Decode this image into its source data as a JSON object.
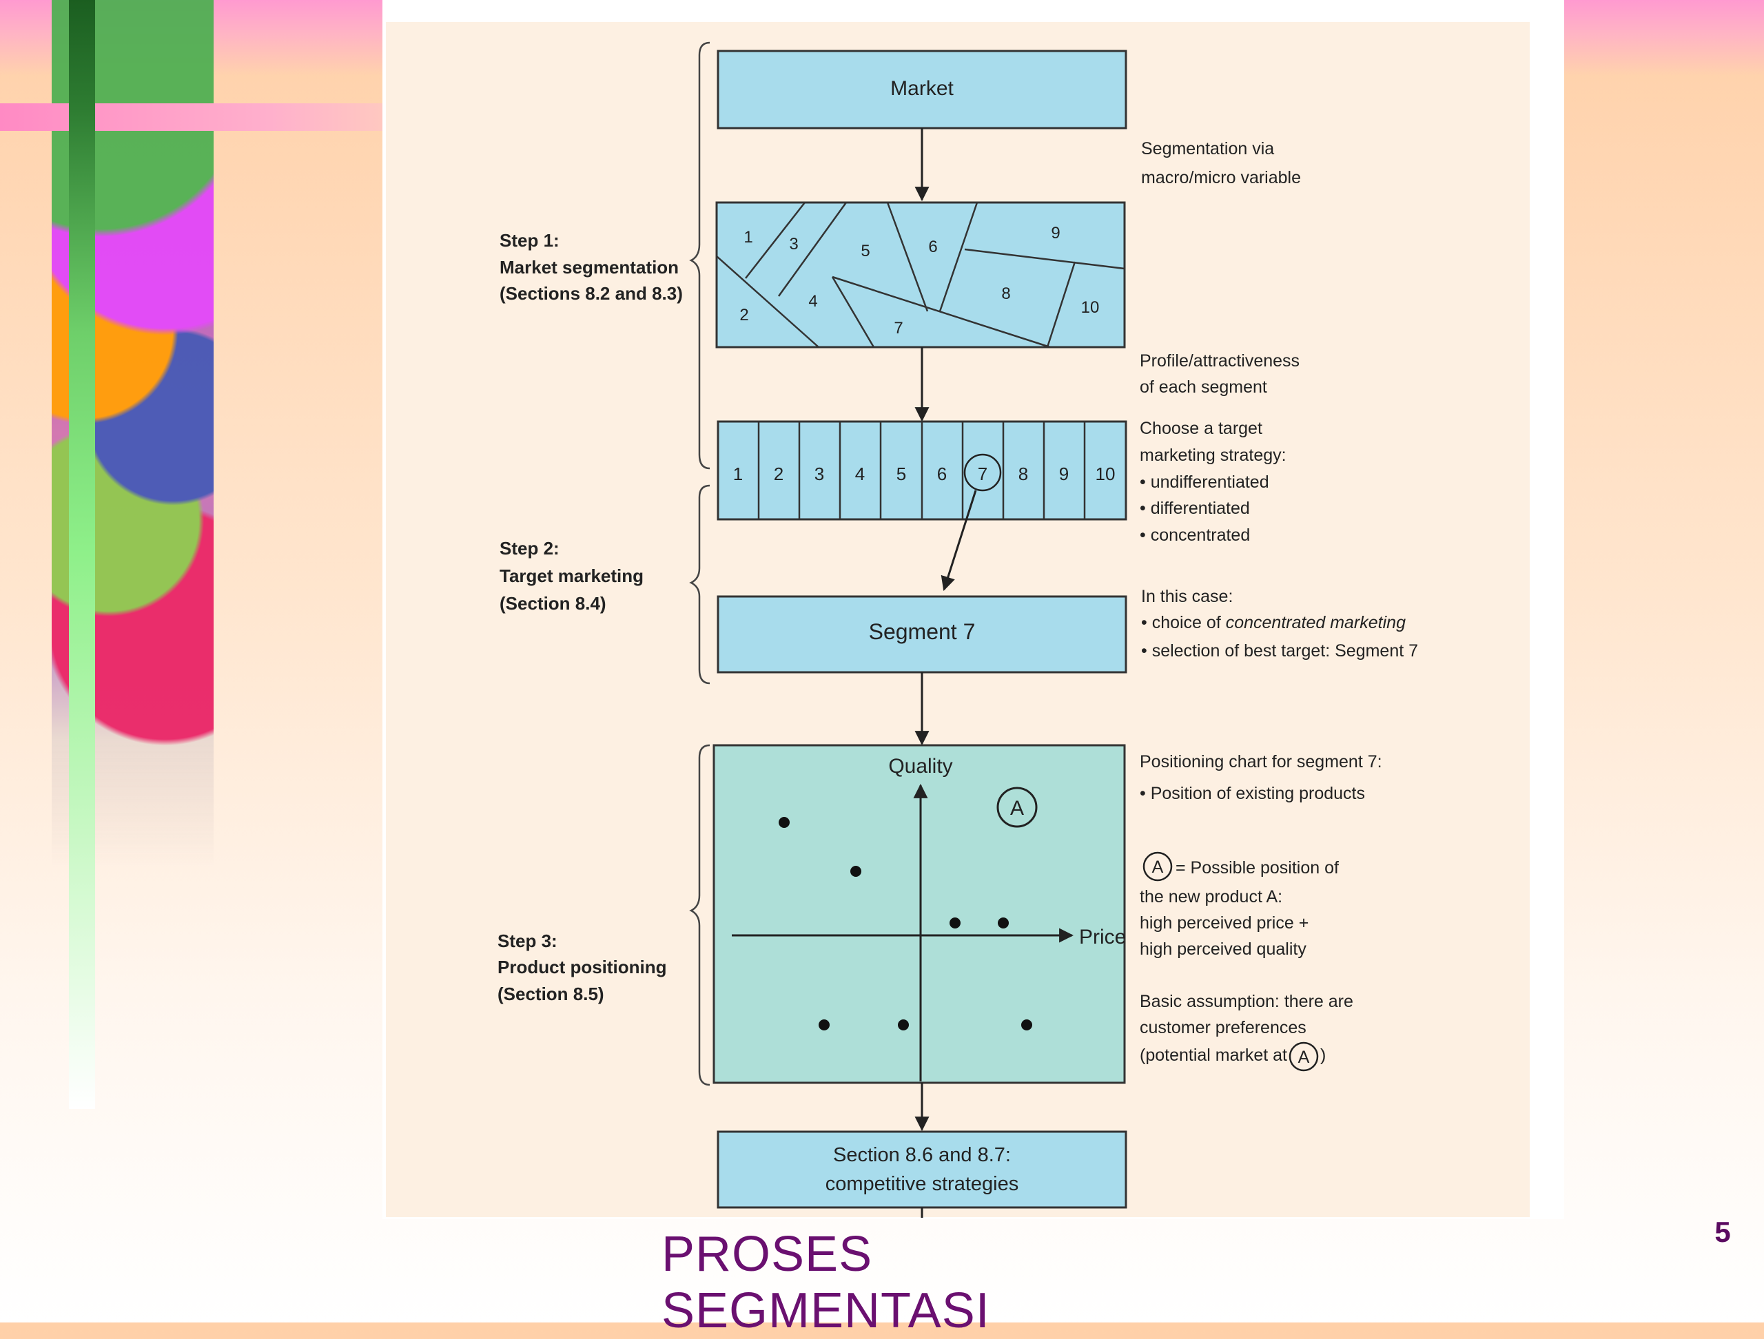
{
  "slide": {
    "title": "PROSES SEGMENTASI",
    "page_number": "5"
  },
  "steps": {
    "step1": {
      "line1": "Step 1:",
      "line2": "Market segmentation",
      "line3": "(Sections 8.2 and 8.3)"
    },
    "step2": {
      "line1": "Step 2:",
      "line2": "Target marketing",
      "line3": "(Section 8.4)"
    },
    "step3": {
      "line1": "Step 3:",
      "line2": "Product positioning",
      "line3": "(Section 8.5)"
    }
  },
  "boxes": {
    "market": "Market",
    "segment7": "Segment  7",
    "competitive_line1": "Section 8.6 and 8.7:",
    "competitive_line2": "competitive strategies"
  },
  "segment_map_labels": [
    "1",
    "2",
    "3",
    "4",
    "5",
    "6",
    "7",
    "8",
    "9",
    "10"
  ],
  "segment_row_labels": [
    "1",
    "2",
    "3",
    "4",
    "5",
    "6",
    "7",
    "8",
    "9",
    "10"
  ],
  "positioning_chart": {
    "y_axis_label": "Quality",
    "x_axis_label": "Price",
    "marker_label": "A"
  },
  "annotations": {
    "seg_via_line1": "Segmentation via",
    "seg_via_line2": "macro/micro variable",
    "profile_line1": "Profile/attractiveness",
    "profile_line2": "of each segment",
    "choose_line1": "Choose a target",
    "choose_line2": "marketing strategy:",
    "choose_b1": "• undifferentiated",
    "choose_b2": "• differentiated",
    "choose_b3": "• concentrated",
    "case_line1": "In this case:",
    "case_b1_prefix": "• choice of ",
    "case_b1_italic": "concentrated marketing",
    "case_b2": "• selection of best target: Segment 7",
    "pos_line1": "Positioning chart for segment 7:",
    "pos_line2": "• Position of existing products",
    "a_marker": "A",
    "a_line1": "= Possible position of",
    "a_line2": "the new product A:",
    "a_line3": "high perceived price +",
    "a_line4": "high perceived quality",
    "basic_line1": "Basic assumption: there are",
    "basic_line2": "customer preferences",
    "basic_line3_prefix": "(potential market at",
    "basic_marker": "A",
    "basic_close": ")"
  },
  "colors": {
    "box_fill": "#a8dcec",
    "chart_fill": "#aedfd8",
    "title": "#6a1070"
  }
}
